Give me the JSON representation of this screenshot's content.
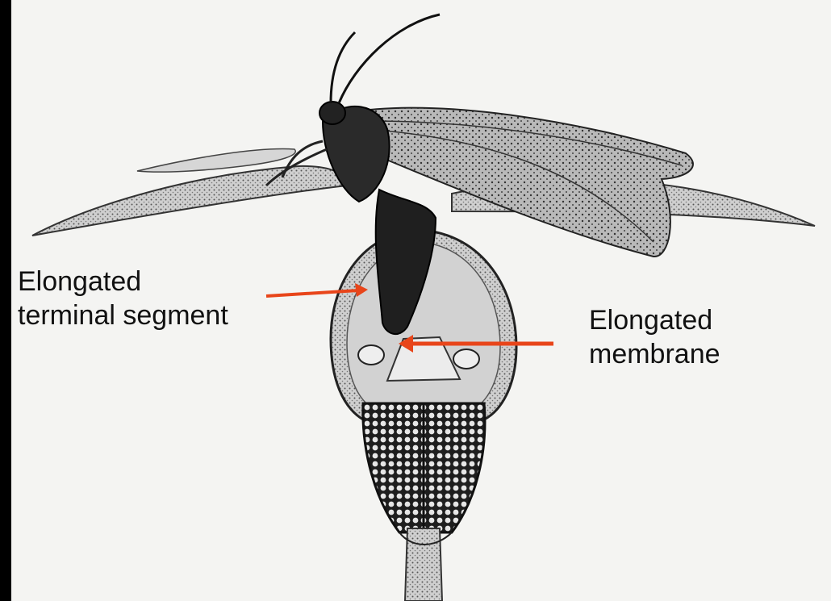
{
  "labels": {
    "left": {
      "line1": "Elongated",
      "line2": "terminal segment"
    },
    "right": {
      "line1": "Elongated",
      "line2": "membrane"
    }
  },
  "colors": {
    "background": "#000000",
    "paper": "#f4f4f2",
    "arrow": "#e8451a",
    "ink": "#1a1a1a"
  }
}
